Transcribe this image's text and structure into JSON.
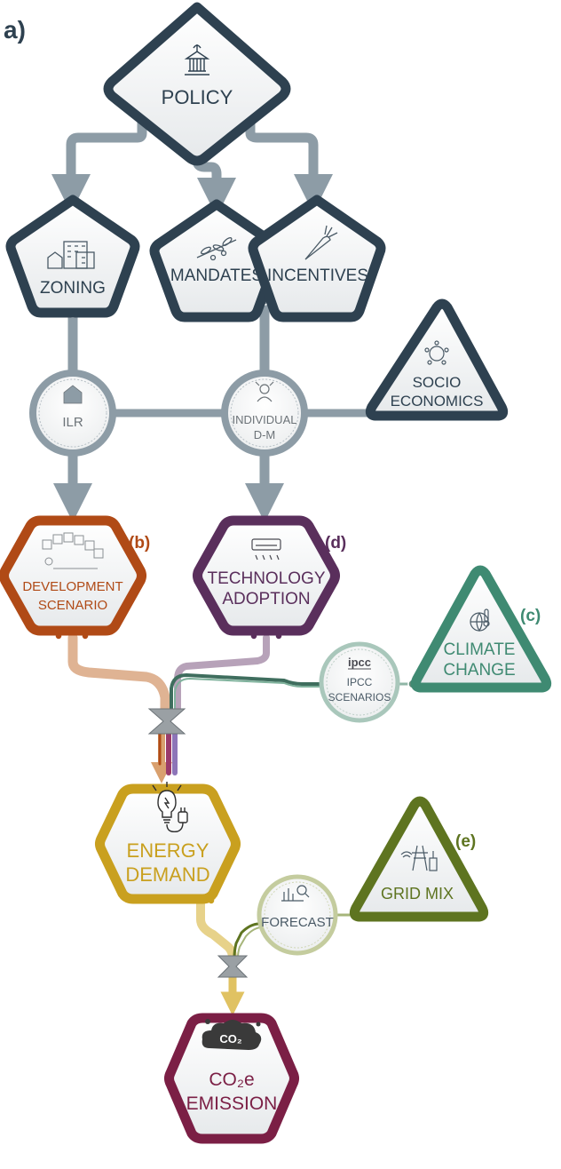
{
  "panel_label": "a)",
  "nodes": {
    "policy": {
      "line1": "POLICY"
    },
    "zoning": {
      "line1": "ZONING"
    },
    "mandates": {
      "line1": "MANDATES"
    },
    "incentives": {
      "line1": "INCENTIVES"
    },
    "socio": {
      "line1": "SOCIO",
      "line2": "ECONOMICS"
    },
    "ilr": {
      "line1": "ILR"
    },
    "individual": {
      "line1": "INDIVIDUAL",
      "line2": "D-M"
    },
    "development": {
      "line1": "DEVELOPMENT",
      "line2": "SCENARIO",
      "tag": "(b)"
    },
    "technology": {
      "line1": "TECHNOLOGY",
      "line2": "ADOPTION",
      "tag": "(d)"
    },
    "climate": {
      "line1": "CLIMATE",
      "line2": "CHANGE",
      "tag": "(c)"
    },
    "ipcc": {
      "logo": "ipcc",
      "line1": "IPCC",
      "line2": "SCENARIOS"
    },
    "energy": {
      "line1": "ENERGY",
      "line2": "DEMAND"
    },
    "grid": {
      "line1": "GRID MIX",
      "tag": "(e)"
    },
    "forecast": {
      "line1": "FORECAST"
    },
    "co2": {
      "cloud": "CO₂",
      "line1": "CO₂e",
      "line2": "EMISSION"
    }
  },
  "colors": {
    "navy": "#2e4150",
    "gray_arrow": "#8d9ca6",
    "brown": "#b04a16",
    "purple": "#5a2f5c",
    "teal": "#3f8a72",
    "gold": "#c9a01f",
    "olive": "#5e7420",
    "maroon": "#7b1f45"
  }
}
